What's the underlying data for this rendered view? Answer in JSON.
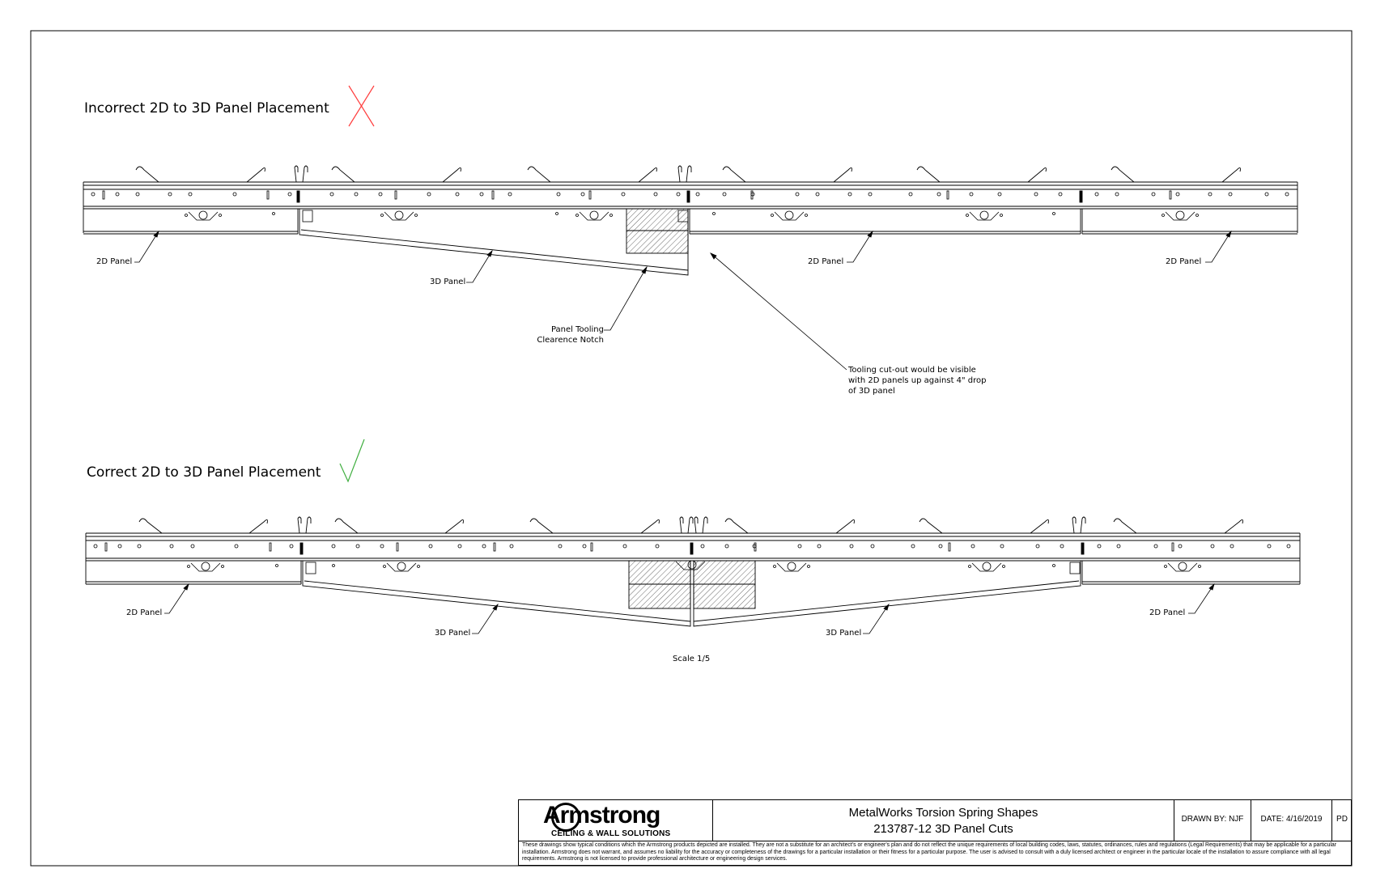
{
  "drawing": {
    "incorrect": {
      "title": "Incorrect 2D to 3D Panel Placement",
      "status_mark": "x-mark-icon",
      "labels": {
        "panel_2d_left": "2D Panel",
        "panel_3d": "3D Panel",
        "notch": [
          "Panel Tooling",
          "Clearence Notch"
        ],
        "panel_2d_mid": "2D Panel",
        "panel_2d_right": "2D Panel"
      },
      "note": [
        "Tooling cut-out would be visible",
        "with 2D panels up against 4\" drop",
        "of 3D panel"
      ]
    },
    "correct": {
      "title": "Correct 2D to 3D Panel Placement",
      "status_mark": "check-mark-icon",
      "labels": {
        "panel_2d_left": "2D Panel",
        "panel_3d_left": "3D Panel",
        "panel_3d_right": "3D Panel",
        "panel_2d_right": "2D Panel"
      }
    },
    "scale": "Scale 1/5"
  },
  "colors": {
    "line": "#000000",
    "x_mark": "#ff3b3b",
    "check_mark": "#3fae3f"
  },
  "title_block": {
    "logo_text": "Armstrong",
    "logo_tagline": "CEILING & WALL SOLUTIONS",
    "title_line1": "MetalWorks Torsion Spring Shapes",
    "title_line2": "213787-12 3D Panel Cuts",
    "drawn_by": "DRAWN BY:  NJF",
    "date": "DATE: 4/16/2019",
    "code": "PD",
    "disclaimer": "These drawings show typical conditions which the Armstrong products depicted are installed.  They are not a substitute for an architect's or engineer's plan and do not reflect the unique requirements of local building codes, laws, statutes, ordinances, rules and regulations (Legal Requirements) that may be applicable for a particular installation. Armstrong does not warrant, and assumes no liability for the accuracy or completeness of the drawings for a particular installation or their fitness for a particular purpose. The user is advised to consult with a duly licensed architect or engineer in the particular locale of the installation to assure compliance with all legal requirements. Armstrong is not licensed to provide professional architecture or engineering design services."
  }
}
